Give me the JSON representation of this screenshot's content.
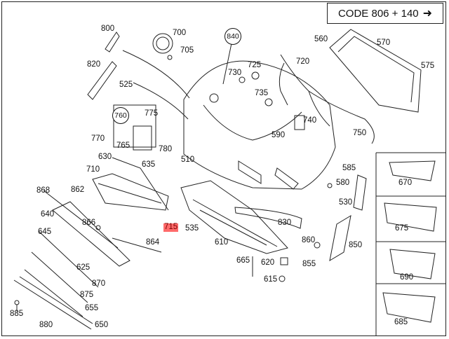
{
  "header": {
    "code_label": "CODE 806 + 140",
    "arrow_icon": "right-arrow-icon"
  },
  "accent": {
    "highlight": "#ff6b6b",
    "line": "#222222"
  },
  "callouts": {
    "c800": "800",
    "c700": "700",
    "c705": "705",
    "c840": "840",
    "c560": "560",
    "c570": "570",
    "c575": "575",
    "c820": "820",
    "c725": "725",
    "c720": "720",
    "c730": "730",
    "c735": "735",
    "c525": "525",
    "c760": "760",
    "c775": "775",
    "c740": "740",
    "c750": "750",
    "c590": "590",
    "c770": "770",
    "c765": "765",
    "c780": "780",
    "c510": "510",
    "c630": "630",
    "c635": "635",
    "c585": "585",
    "c670": "670",
    "c710": "710",
    "c580": "580",
    "c868": "868",
    "c862": "862",
    "c530": "530",
    "c640": "640",
    "c866": "866",
    "c715": "715",
    "c535": "535",
    "c830": "830",
    "c645": "645",
    "c864": "864",
    "c610": "610",
    "c860": "860",
    "c850": "850",
    "c675": "675",
    "c625": "625",
    "c665": "665",
    "c620": "620",
    "c855": "855",
    "c870": "870",
    "c615": "615",
    "c690": "690",
    "c875": "875",
    "c885": "885",
    "c655": "655",
    "c880": "880",
    "c650": "650",
    "c685": "685"
  }
}
